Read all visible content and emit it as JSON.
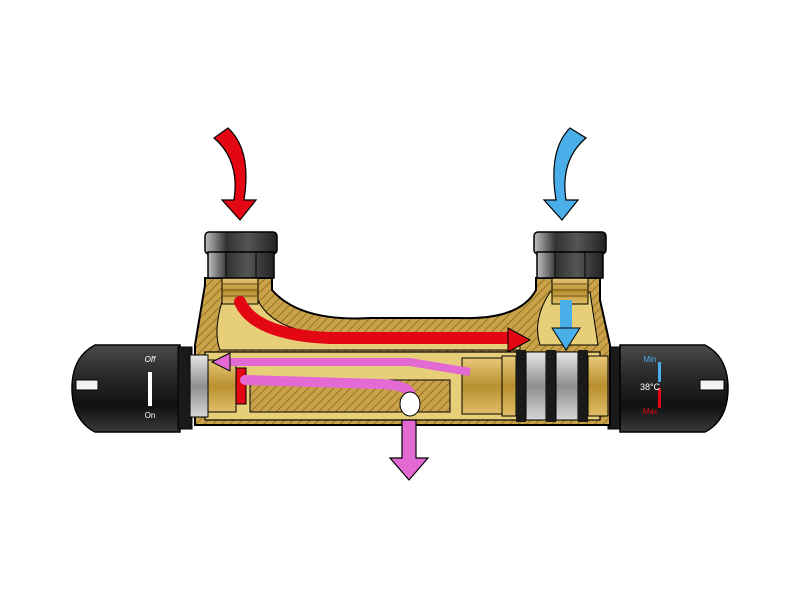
{
  "labels": {
    "left_handle_top": "Off",
    "left_handle_bottom": "On",
    "right_handle_top": "Min",
    "right_handle_middle": "38°C",
    "right_handle_bottom": "Max"
  },
  "colors": {
    "hot_flow": "#e30613",
    "cold_flow": "#4aaee8",
    "mixed_flow": "#e36ad3",
    "brass_body": "#c8a44a",
    "brass_hatch": "#8a6a1c",
    "handle_dark": "#2b2b2b",
    "nut_dark": "#3a3a3a"
  },
  "icons": {
    "hot_inlet": "arrow-down-icon",
    "cold_inlet": "arrow-down-icon",
    "mixed_outlet": "arrow-down-icon"
  }
}
